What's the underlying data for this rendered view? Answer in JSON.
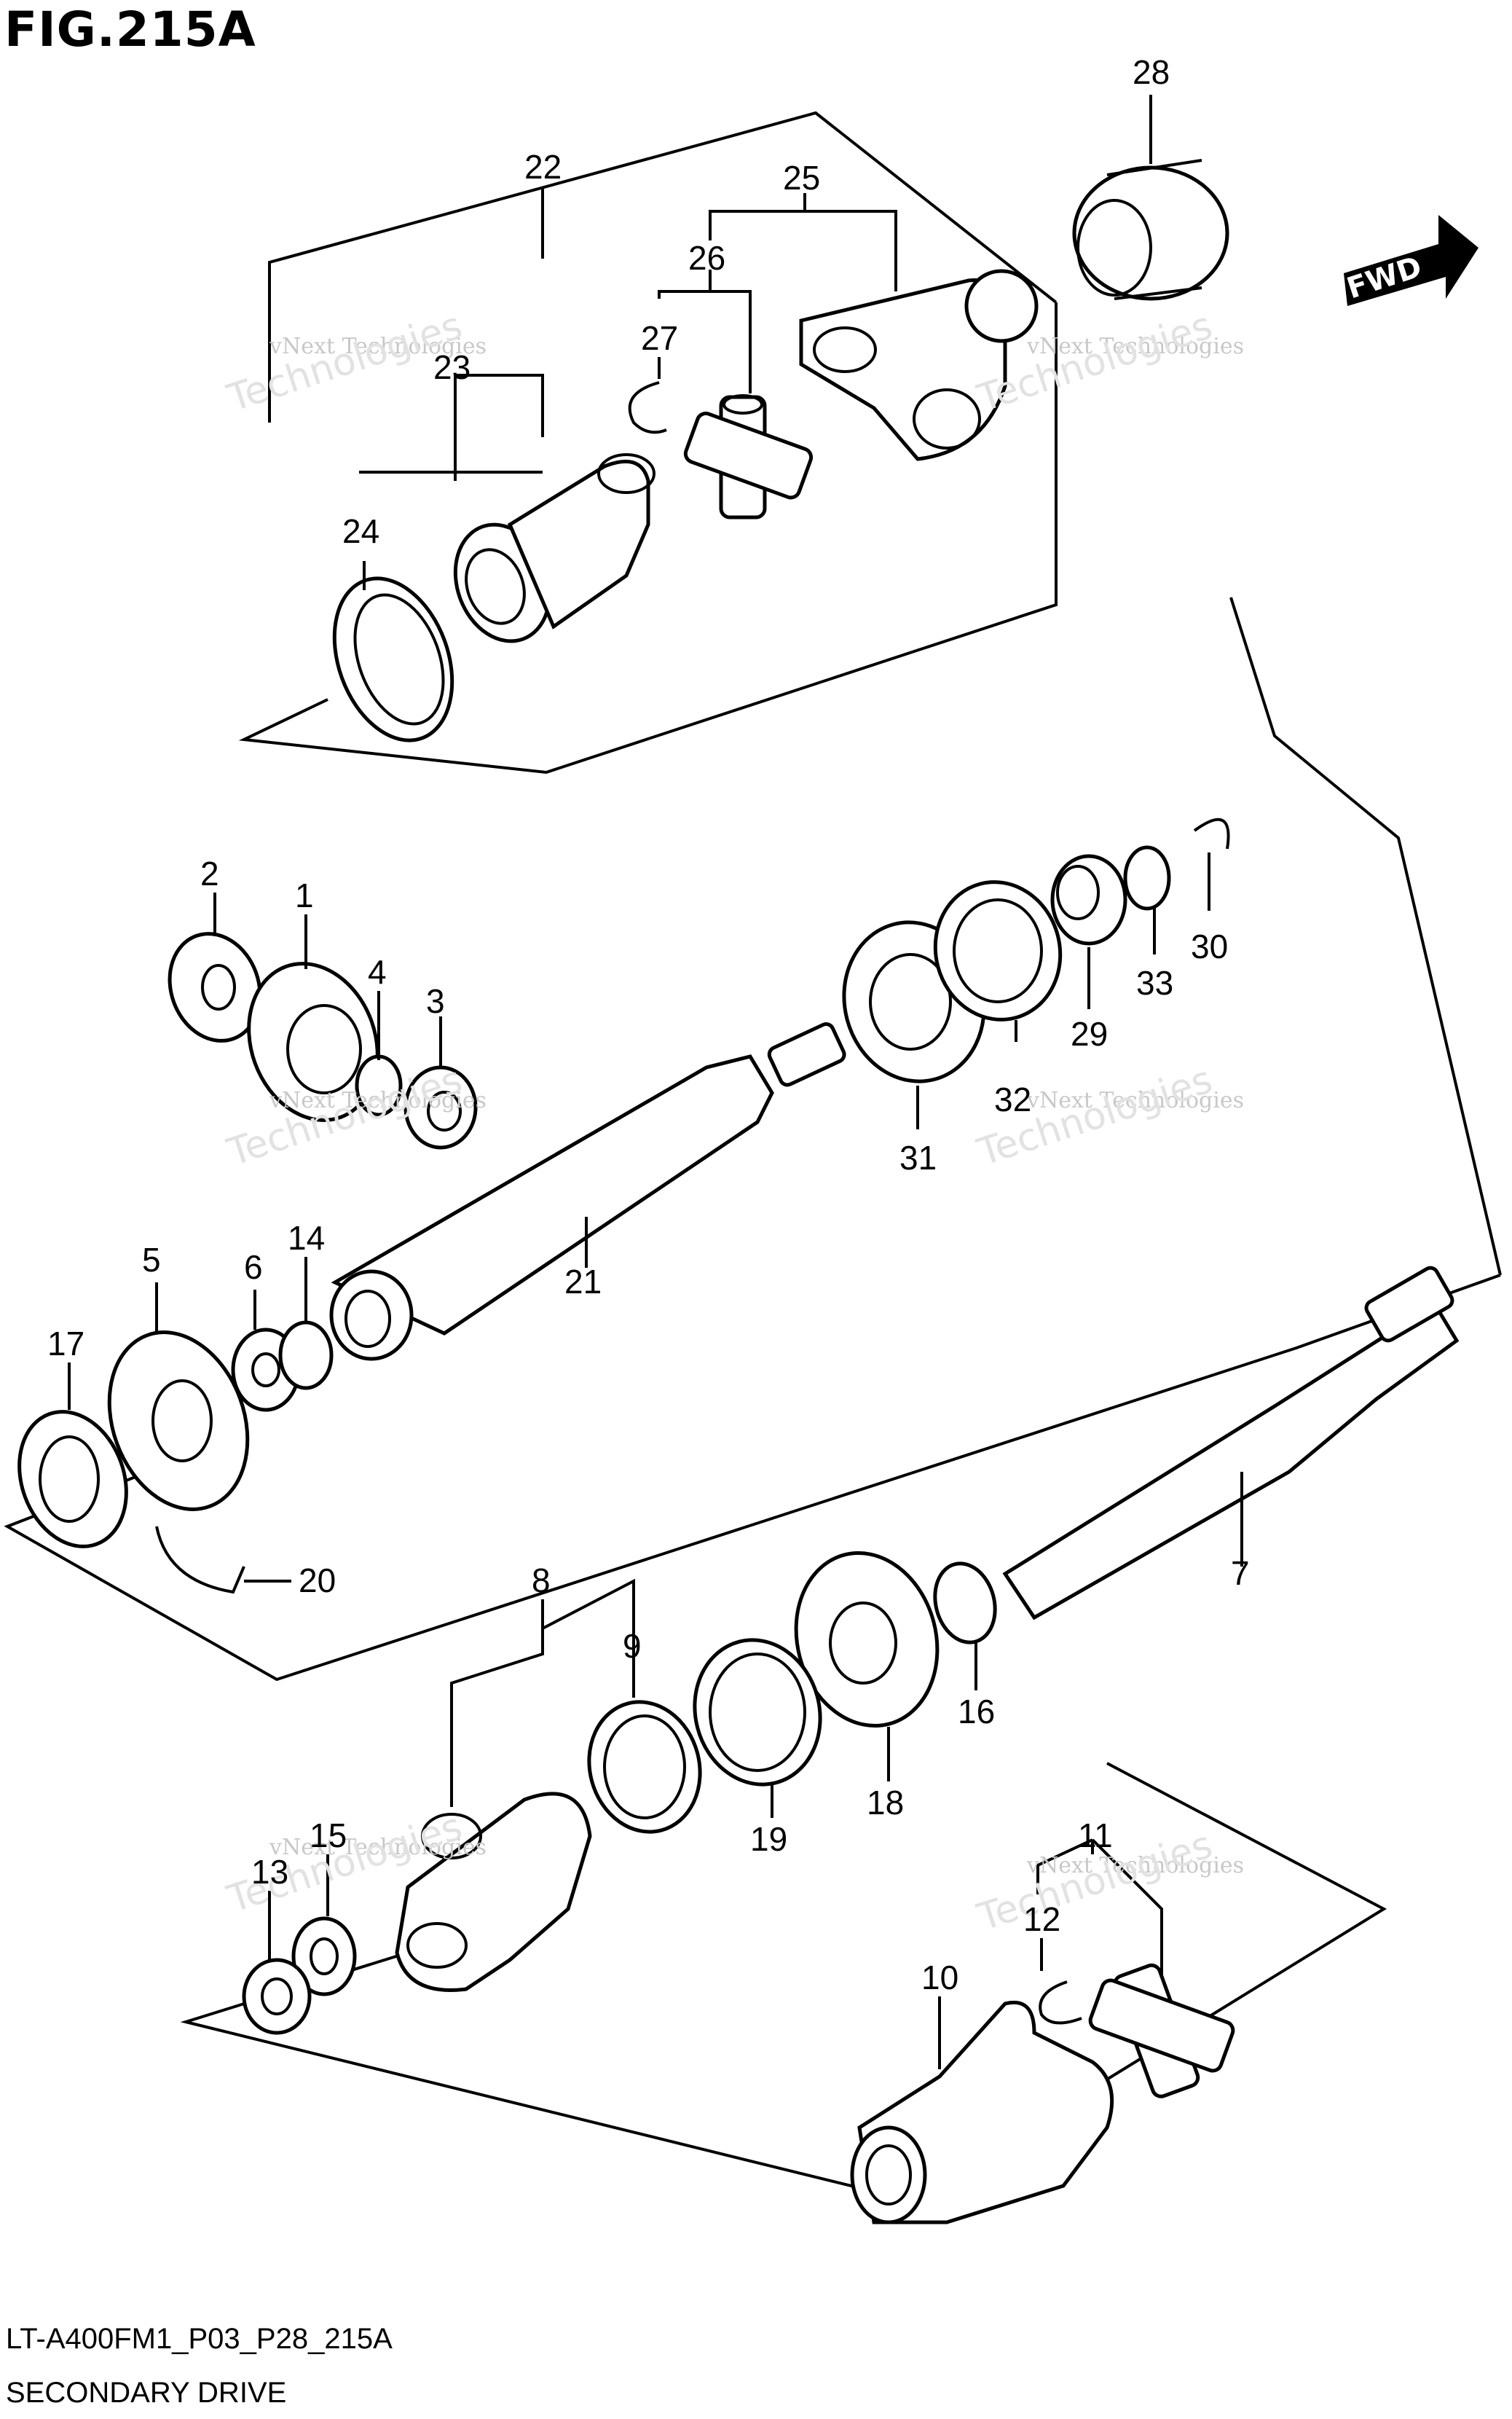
{
  "figure_title": "FIG.215A",
  "drawing_code": "LT-A400FM1_P03_P28_215A",
  "drawing_name": "SECONDARY DRIVE",
  "direction_label": "FWD",
  "watermark": {
    "line1": "vNext Technologies",
    "line2": "Technologies"
  },
  "callouts": [
    "1",
    "2",
    "3",
    "4",
    "5",
    "6",
    "7",
    "8",
    "9",
    "10",
    "11",
    "12",
    "13",
    "14",
    "15",
    "16",
    "17",
    "18",
    "19",
    "20",
    "21",
    "22",
    "23",
    "24",
    "25",
    "26",
    "27",
    "28",
    "29",
    "30",
    "31",
    "32",
    "33"
  ]
}
